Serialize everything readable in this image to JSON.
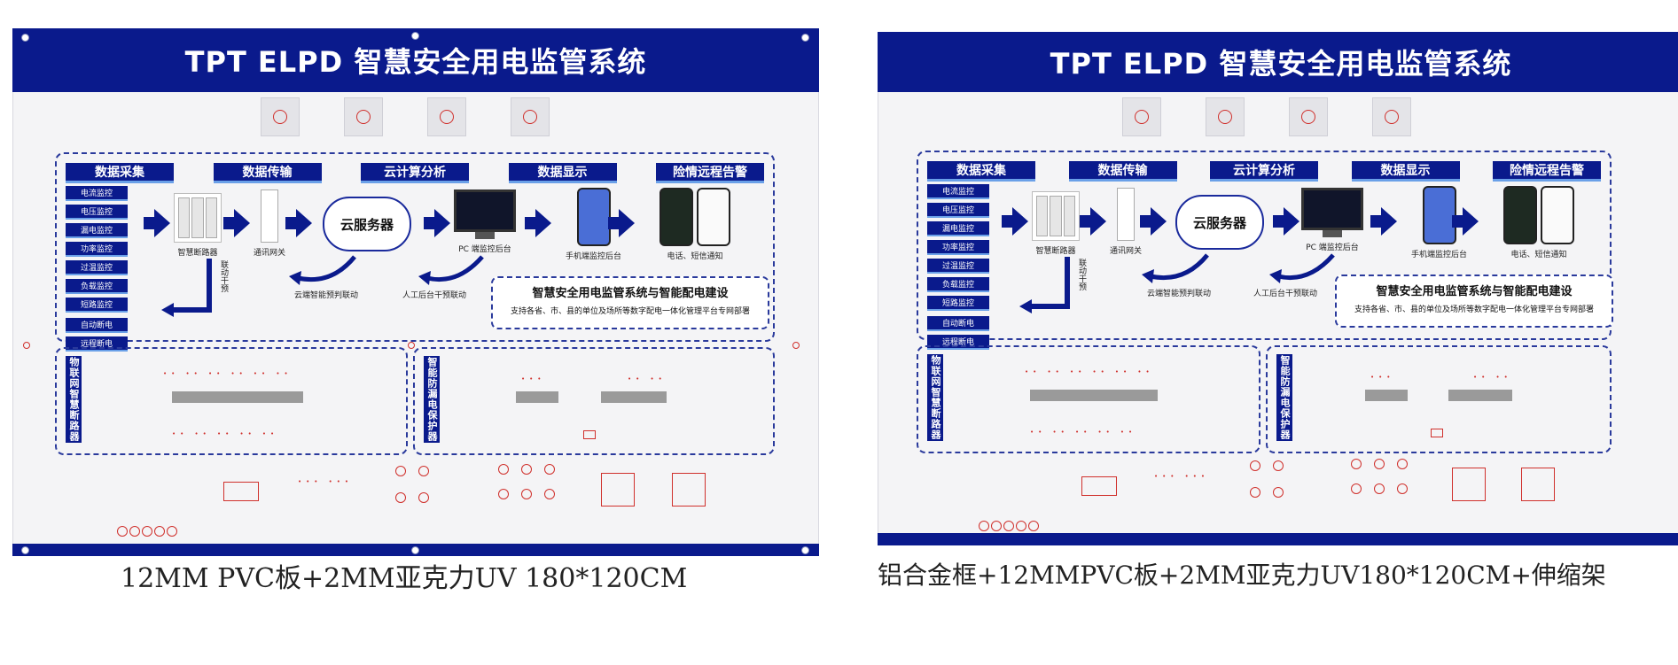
{
  "boards": [
    {
      "title": "TPT ELPD 智慧安全用电监管系统",
      "caption": "12MM PVC板+2MM亚克力UV 180*120CM"
    },
    {
      "title": "TPT ELPD 智慧安全用电监管系统",
      "caption": "铝合金框+12MMPVC板+2MM亚克力UV180*120CM+伸缩架"
    }
  ],
  "stages": [
    "数据采集",
    "数据传输",
    "云计算分析",
    "数据显示",
    "险情远程告警"
  ],
  "parameters": [
    "电流监控",
    "电压监控",
    "漏电监控",
    "功率监控",
    "过温监控",
    "负载监控",
    "短路监控"
  ],
  "actions": [
    "自动断电",
    "远程断电"
  ],
  "devices": {
    "breaker": "智慧断路器",
    "gateway": "通讯网关",
    "cloud": "云服务器",
    "pc": "PC 端监控后台",
    "mobile": "手机端监控后台",
    "alert": "电话、短信通知"
  },
  "feedback": {
    "cloud_link": "云端智能预判联动",
    "manual_link": "人工后台干预联动",
    "vertical": "联动干预"
  },
  "info": {
    "title": "智慧安全用电监管系统与智能配电建设",
    "subtitle": "支持各省、市、县的单位及场所等数字配电一体化管理平台专网部署"
  },
  "sections": {
    "iot": "物联网智慧断路器",
    "protector": "智能防漏电保护器"
  },
  "colors": {
    "header": "#0a1a8c",
    "accent": "#6aa0e8",
    "marker": "#d0302c"
  }
}
